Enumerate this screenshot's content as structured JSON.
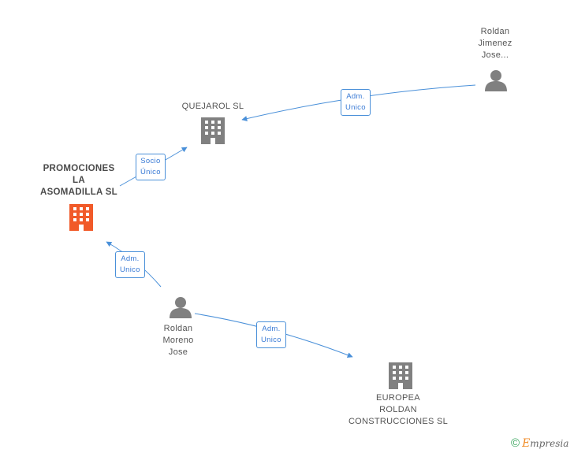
{
  "colors": {
    "edge": "#4a90d9",
    "person": "#808080",
    "company": "#808080",
    "main_company": "#f15a29"
  },
  "nodes": {
    "promociones": {
      "label": "PROMOCIONES\nLA\nASOMADILLA SL",
      "icon": "building-icon"
    },
    "quejarol": {
      "label": "QUEJAROL SL",
      "icon": "building-icon"
    },
    "roldan_jimenez": {
      "label": "Roldan\nJimenez\nJose...",
      "icon": "person-icon"
    },
    "roldan_moreno": {
      "label": "Roldan\nMoreno\nJose",
      "icon": "person-icon"
    },
    "europea": {
      "label": "EUROPEA\nROLDAN\nCONSTRUCCIONES SL",
      "icon": "building-icon"
    }
  },
  "edges": {
    "socio_unico": {
      "label": "Socio\nÚnico"
    },
    "adm_quejarol": {
      "label": "Adm.\nUnico"
    },
    "adm_promociones": {
      "label": "Adm.\nUnico"
    },
    "adm_europea": {
      "label": "Adm.\nUnico"
    }
  },
  "watermark": {
    "symbol": "©",
    "brand_initial": "E",
    "brand_rest": "mpresia"
  }
}
